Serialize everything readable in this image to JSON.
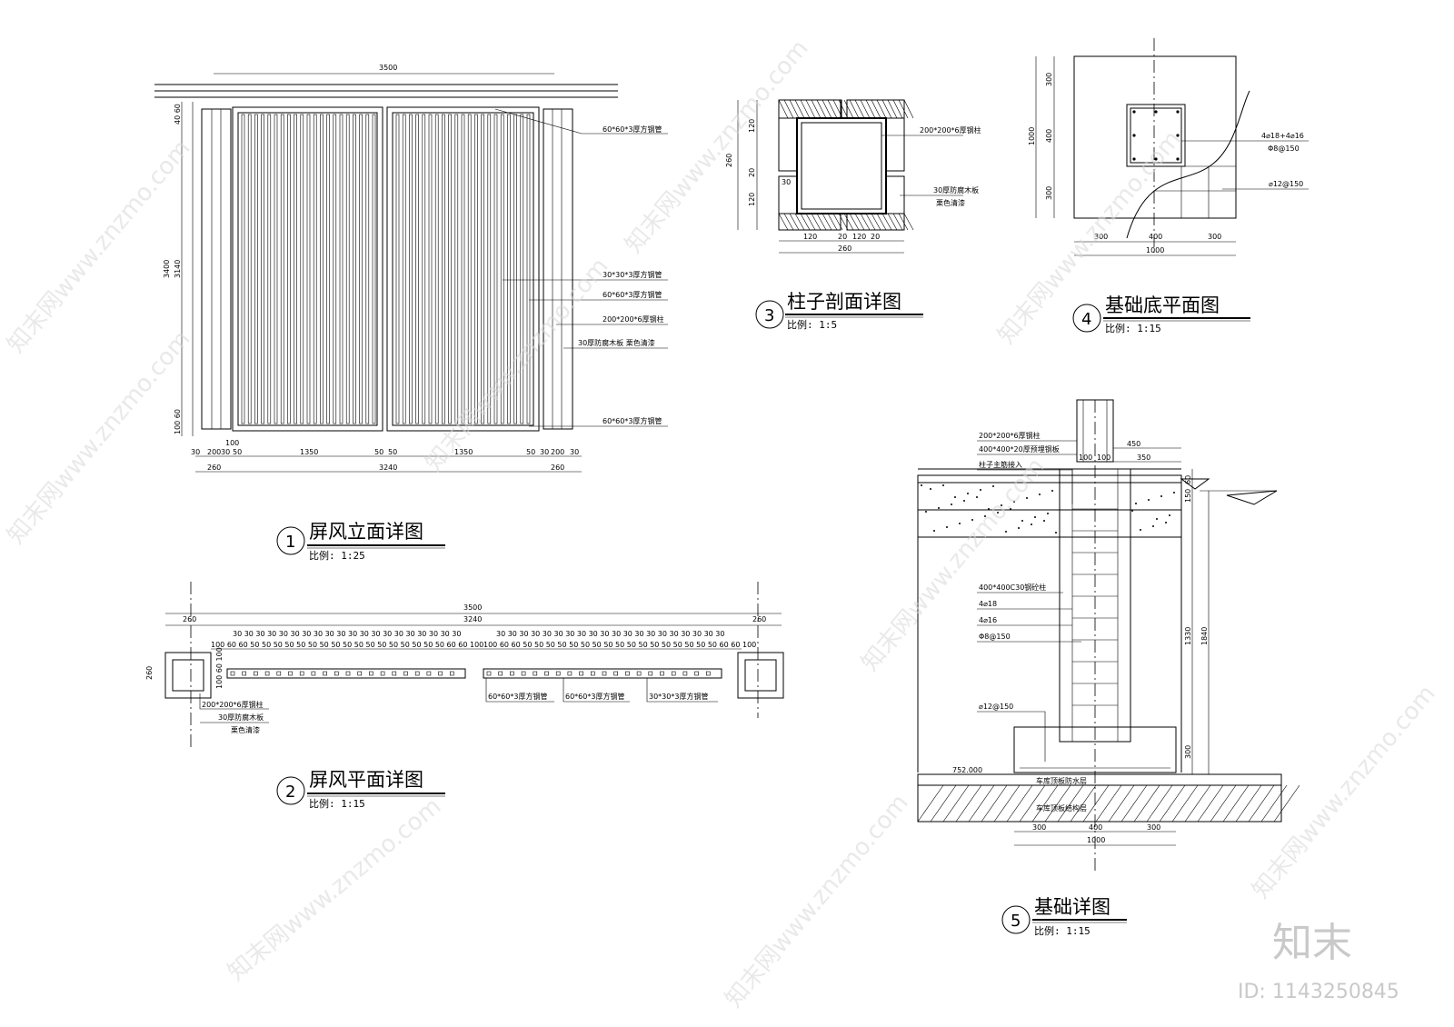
{
  "drawings": {
    "elevation": {
      "number": "1",
      "title": "屏风立面详图",
      "scale": "比例: 1:25"
    },
    "plan": {
      "number": "2",
      "title": "屏风平面详图",
      "scale": "比例: 1:15"
    },
    "column_section": {
      "number": "3",
      "title": "柱子剖面详图",
      "scale": "比例: 1:5"
    },
    "footing_plan": {
      "number": "4",
      "title": "基础底平面图",
      "scale": "比例: 1:15"
    },
    "footing_detail": {
      "number": "5",
      "title": "基础详图",
      "scale": "比例: 1:15"
    }
  },
  "elevation_dims": {
    "top_total": "3500",
    "left_outer": "3400",
    "left_inner": "3140",
    "left_top": "40 60",
    "left_bottom": "100 60",
    "bottom_row": [
      "30",
      "200",
      "30",
      "50",
      "1350",
      "50",
      "50",
      "1350",
      "50",
      "30",
      "200",
      "30"
    ],
    "bottom_100": "100",
    "bottom_total": "3240",
    "bottom_left": "260",
    "bottom_right": "260"
  },
  "elevation_notes": {
    "top_tube": "60*60*3厚方钢管",
    "slat_tube": "30*30*3厚方钢管",
    "frame_tube": "60*60*3厚方钢管",
    "column": "200*200*6厚钢柱",
    "wood": "30厚防腐木板 栗色清漆",
    "bottom_tube": "60*60*3厚方钢管"
  },
  "plan_dims": {
    "top_total": "3500",
    "mid_total": "3240",
    "left": "260",
    "right": "260",
    "side": "260",
    "bay_spacing": "30",
    "bay_pattern": "100 60 60 50 50 50 50 50 50 50 50 50 50 50 50 50 50 50 50 50 60 60 100",
    "left_small": "100 60 100"
  },
  "plan_notes": {
    "column": "200*200*6厚钢柱",
    "wood": "30厚防腐木板",
    "wood2": "栗色清漆",
    "tube_a": "60*60*3厚方钢管",
    "tube_b": "60*60*3厚方钢管",
    "tube_c": "30*30*3厚方钢管"
  },
  "column_section_dims": {
    "height_total": "260",
    "v1": "120",
    "v2": "20",
    "v3": "120",
    "h1": "120",
    "h2": "20",
    "h3": "120",
    "width_total": "260",
    "corner": "30"
  },
  "column_section_notes": {
    "column": "200*200*6厚钢柱",
    "wood": "30厚防腐木板",
    "wood2": "栗色清漆"
  },
  "footing_plan_dims": {
    "v_total": "1000",
    "v1": "300",
    "v2": "400",
    "v3": "300",
    "h1": "300",
    "h2": "400",
    "h3": "300",
    "h_total": "1000"
  },
  "footing_plan_notes": {
    "rebar_main": "4⌀18+4⌀16",
    "stirrup": "Φ8@150",
    "mesh": "⌀12@150"
  },
  "footing_detail_notes": {
    "column": "200*200*6厚钢柱",
    "plate": "400*400*20厚预埋钢板",
    "anchor": "柱子主筋接入",
    "pier": "400*400C30钢砼柱",
    "r1": "4⌀18",
    "r2": "4⌀16",
    "stirrup": "Φ8@150",
    "mesh": "⌀12@150",
    "elev": "752.000",
    "layer1": "车库顶板防水层",
    "layer2": "车库顶板结构层"
  },
  "footing_detail_dims": {
    "top_450": "450",
    "top_350": "350",
    "c100a": "100",
    "c100b": "100",
    "right_150": "150",
    "right_60": "60",
    "right_1330": "1330",
    "right_1840": "1840",
    "right_300": "300",
    "bottom": [
      "300",
      "400",
      "300"
    ],
    "bottom_total": "1000"
  },
  "watermark": {
    "site": "知末网www.znzmo.com",
    "brand": "知末",
    "id": "ID: 1143250845"
  }
}
